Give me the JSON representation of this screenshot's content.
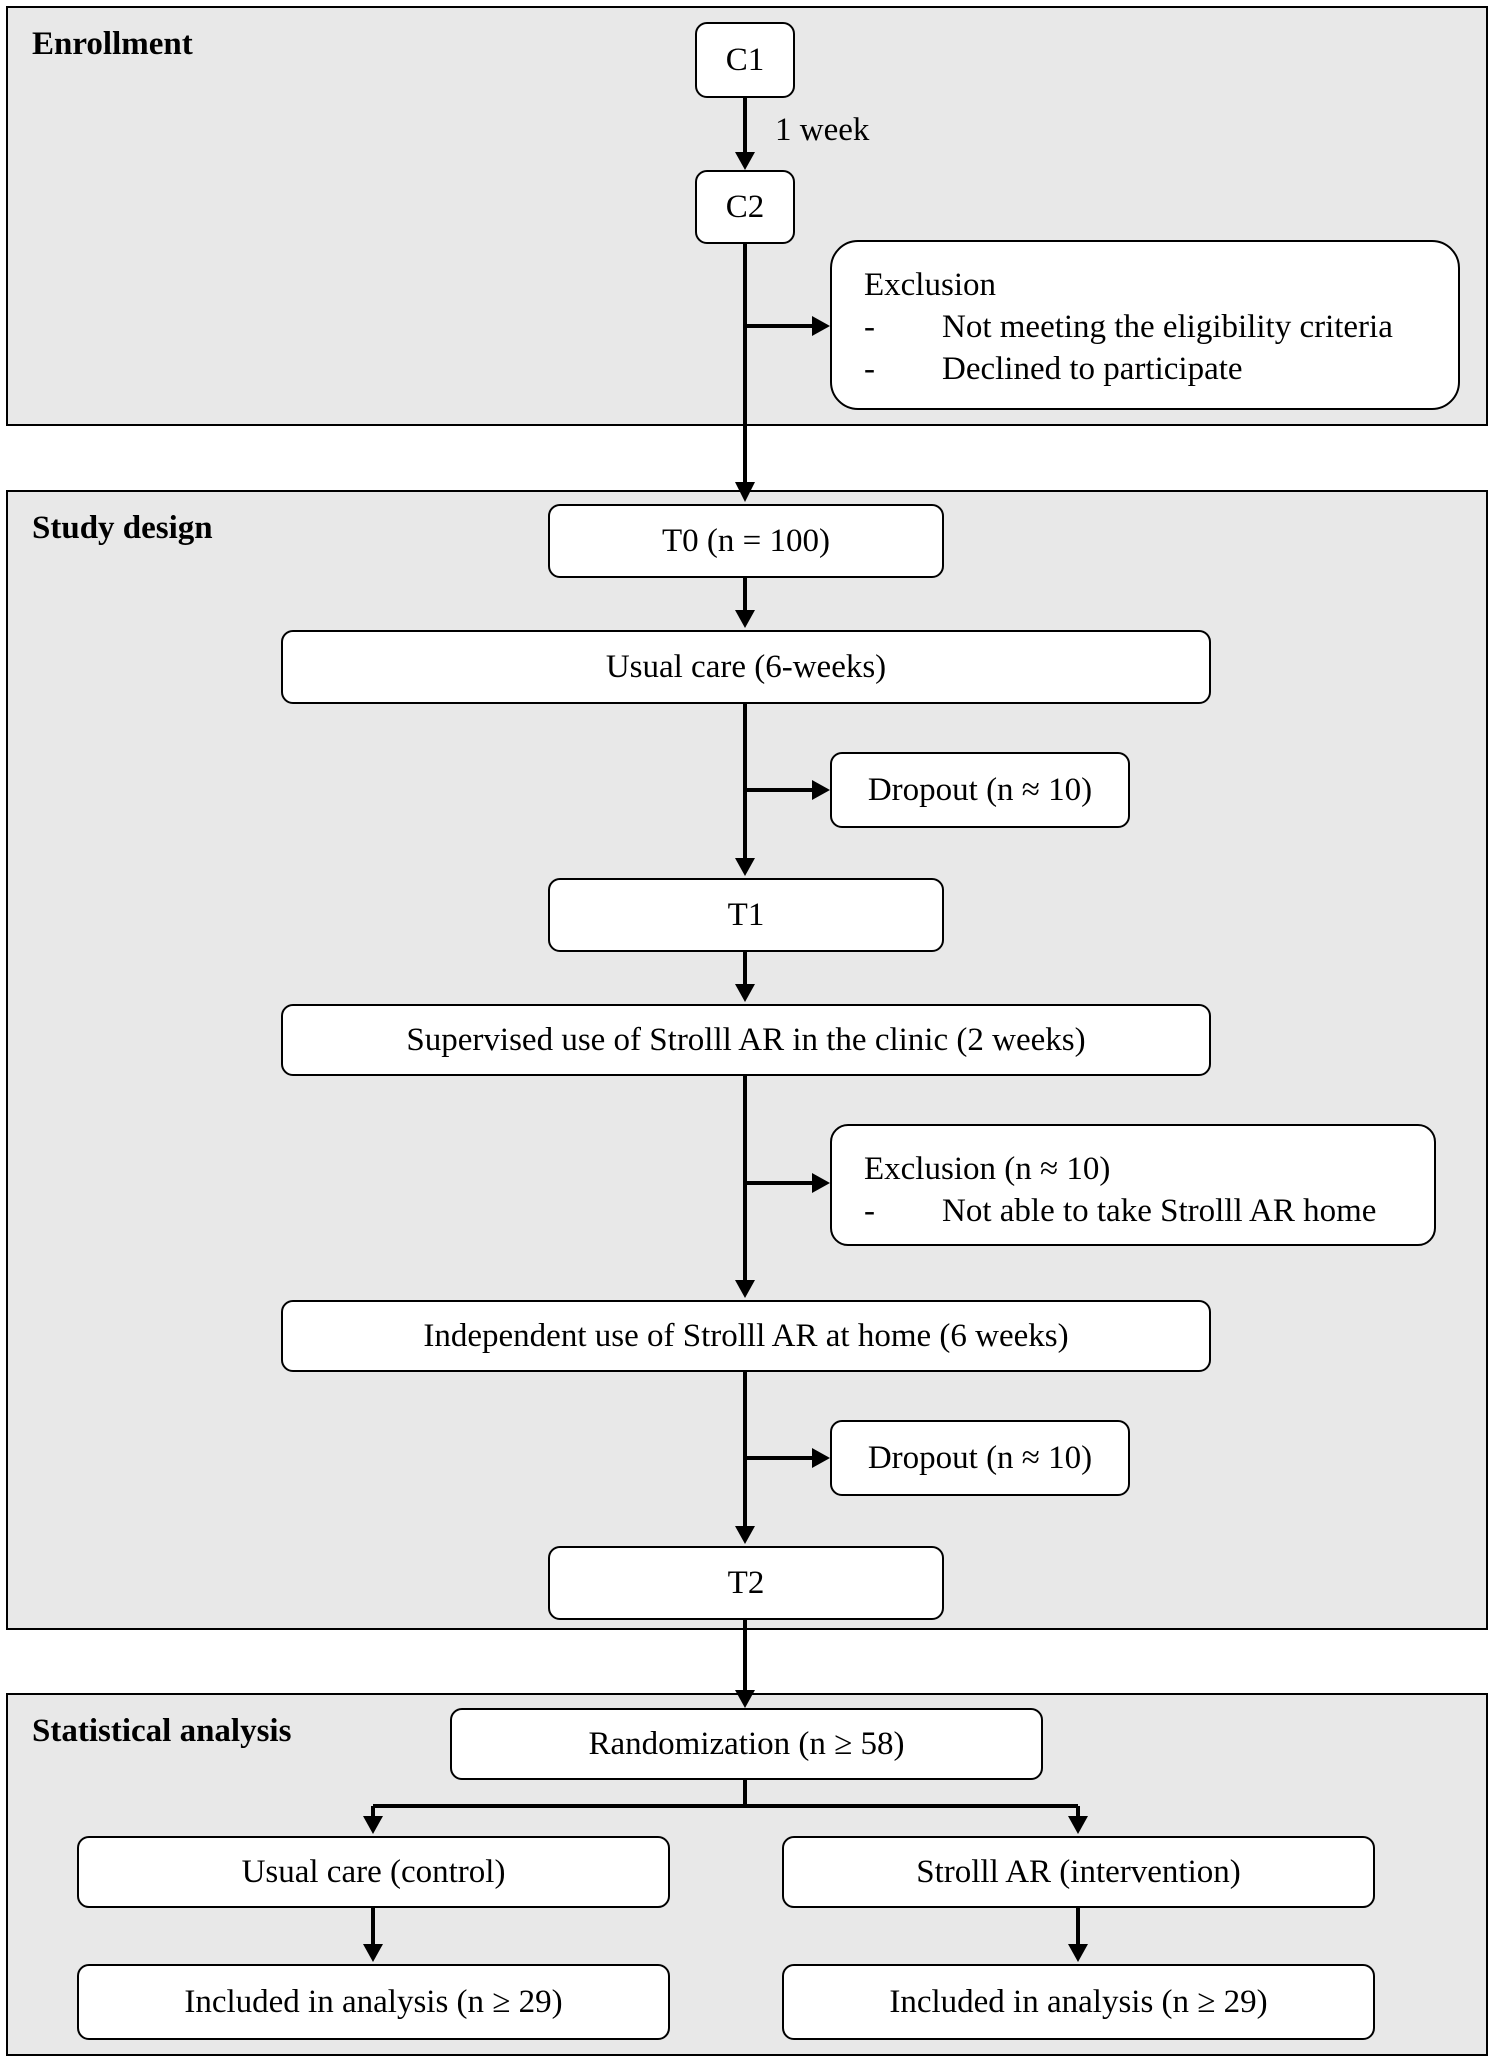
{
  "panels": {
    "enrollment": "Enrollment",
    "study_design": "Study design",
    "statistical_analysis": "Statistical analysis"
  },
  "nodes": {
    "c1": "C1",
    "c2": "C2",
    "week_note": "1 week",
    "exclusion1": {
      "title": "Exclusion",
      "items": [
        {
          "dash": "-",
          "text": "Not meeting the eligibility criteria"
        },
        {
          "dash": "-",
          "text": "Declined to participate"
        }
      ]
    },
    "t0": "T0 (n = 100)",
    "usual_care": "Usual care (6-weeks)",
    "dropout1": "Dropout (n ≈ 10)",
    "t1": "T1",
    "supervised": "Supervised use of Strolll AR in the clinic (2 weeks)",
    "exclusion2": {
      "title": "Exclusion (n ≈ 10)",
      "items": [
        {
          "dash": "-",
          "text": "Not able to take Strolll AR home"
        }
      ]
    },
    "independent": "Independent use of Strolll AR at home (6 weeks)",
    "dropout2": "Dropout (n ≈ 10)",
    "t2": "T2",
    "randomization": "Randomization (n ≥ 58)",
    "control": "Usual care (control)",
    "intervention": "Strolll AR (intervention)",
    "included_control": "Included in analysis (n ≥ 29)",
    "included_intervention": "Included in analysis (n ≥ 29)"
  }
}
